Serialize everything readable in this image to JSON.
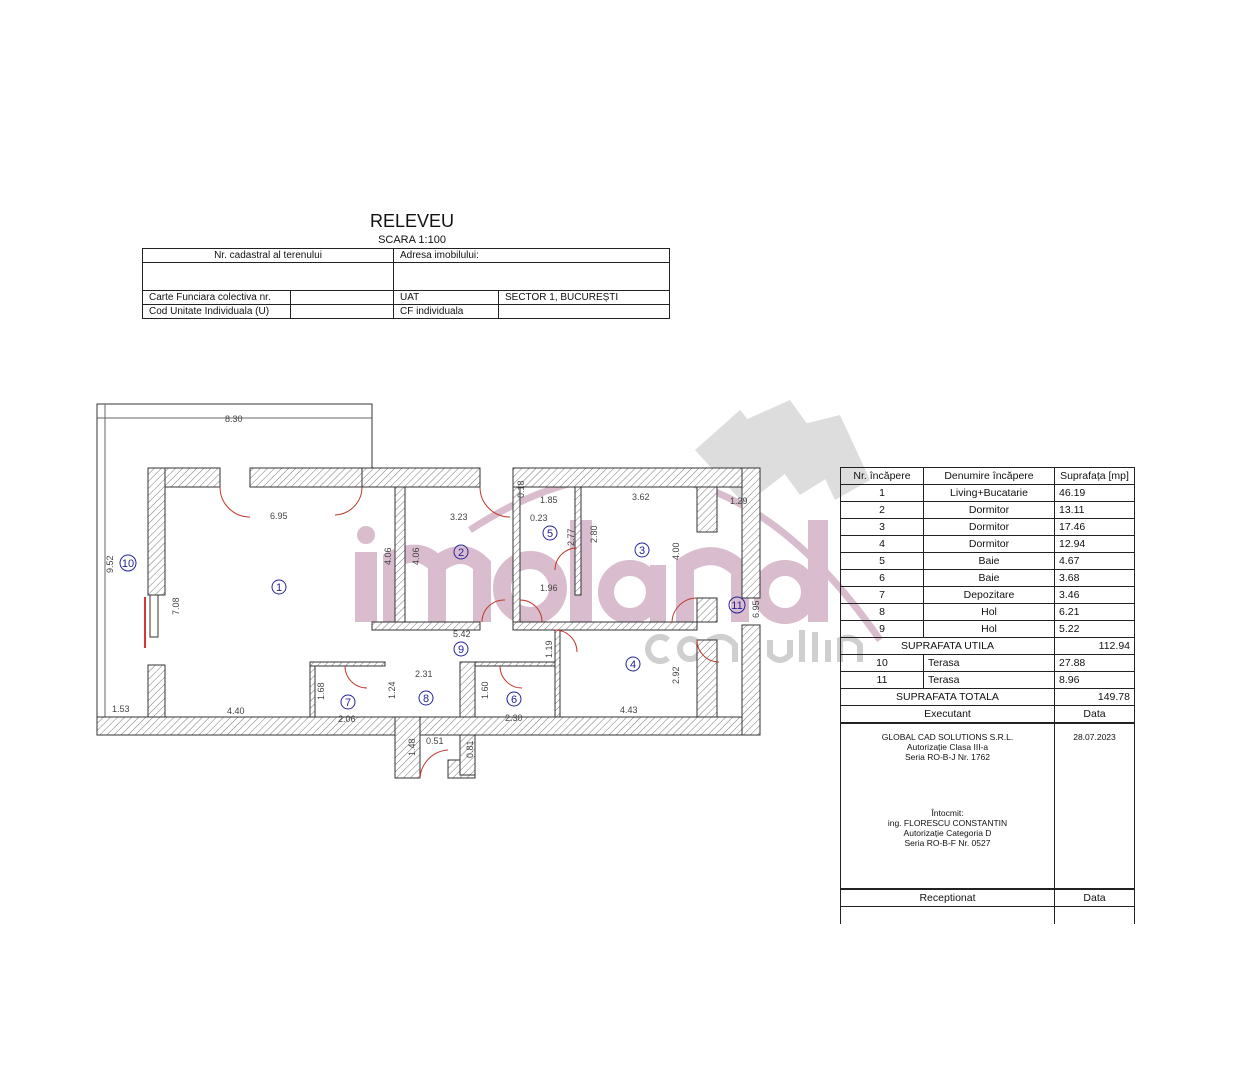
{
  "header": {
    "title": "RELEVEU",
    "scale": "SCARA 1:100",
    "nr_cadastral_label": "Nr. cadastral al terenului",
    "adresa_label": "Adresa imobilului:",
    "carte_funciara_label": "Carte Funciara colectiva nr.",
    "uat_label": "UAT",
    "uat_value": "SECTOR 1, BUCUREȘTI",
    "cod_unitate_label": "Cod Unitate Individuala (U)",
    "cf_individuala_label": "CF individuala"
  },
  "rooms_table": {
    "headers": [
      "Nr. încăpere",
      "Denumire încăpere",
      "Suprafața [mp]"
    ],
    "rows": [
      {
        "nr": "1",
        "name": "Living+Bucatarie",
        "area": "46.19"
      },
      {
        "nr": "2",
        "name": "Dormitor",
        "area": "13.11"
      },
      {
        "nr": "3",
        "name": "Dormitor",
        "area": "17.46"
      },
      {
        "nr": "4",
        "name": "Dormitor",
        "area": "12.94"
      },
      {
        "nr": "5",
        "name": "Baie",
        "area": "4.67"
      },
      {
        "nr": "6",
        "name": "Baie",
        "area": "3.68"
      },
      {
        "nr": "7",
        "name": "Depozitare",
        "area": "3.46"
      },
      {
        "nr": "8",
        "name": "Hol",
        "area": "6.21"
      },
      {
        "nr": "9",
        "name": "Hol",
        "area": "5.22"
      }
    ],
    "utila_label": "SUPRAFATA UTILA",
    "utila_value": "112.94",
    "terraces": [
      {
        "nr": "10",
        "name": "Terasa",
        "area": "27.88"
      },
      {
        "nr": "11",
        "name": "Terasa",
        "area": "8.96"
      }
    ],
    "totala_label": "SUPRAFATA TOTALA",
    "totala_value": "149.78",
    "executant_label": "Executant",
    "data_label": "Data",
    "executant_lines": [
      "GLOBAL CAD SOLUTIONS S.R.L.",
      "Autorizație Clasa III-a",
      "Seria RO-B-J Nr. 1762"
    ],
    "date": "28.07.2023",
    "intocmit_lines": [
      "Întocmit:",
      "ing. FLORESCU CONSTANTIN",
      "Autorizație Categoria D",
      "Seria RO-B-F Nr. 0527"
    ],
    "receptionat_label": "Receptionat",
    "data_label_2": "Data"
  },
  "plan": {
    "dims": [
      "8.30",
      "6.95",
      "3.23",
      "1.85",
      "0.23",
      "0.18",
      "3.62",
      "1.29",
      "9.52",
      "7.08",
      "4.06",
      "4.06",
      "2.77",
      "2.80",
      "4.00",
      "1.96",
      "5.42",
      "1.19",
      "6.95",
      "1.53",
      "4.40",
      "1.68",
      "2.06",
      "2.31",
      "1.24",
      "1.60",
      "2.30",
      "2.92",
      "4.43",
      "1.48",
      "0.51",
      "0.81"
    ],
    "room_numbers": [
      "1",
      "2",
      "3",
      "4",
      "5",
      "6",
      "7",
      "8",
      "9",
      "10",
      "11"
    ]
  },
  "watermark": {
    "brand": "imoland",
    "sub": "consulting"
  },
  "colors": {
    "wall_hatch": "#555555",
    "door": "#c0392b",
    "label": "#23239a",
    "watermark": "#c9a0b8"
  }
}
